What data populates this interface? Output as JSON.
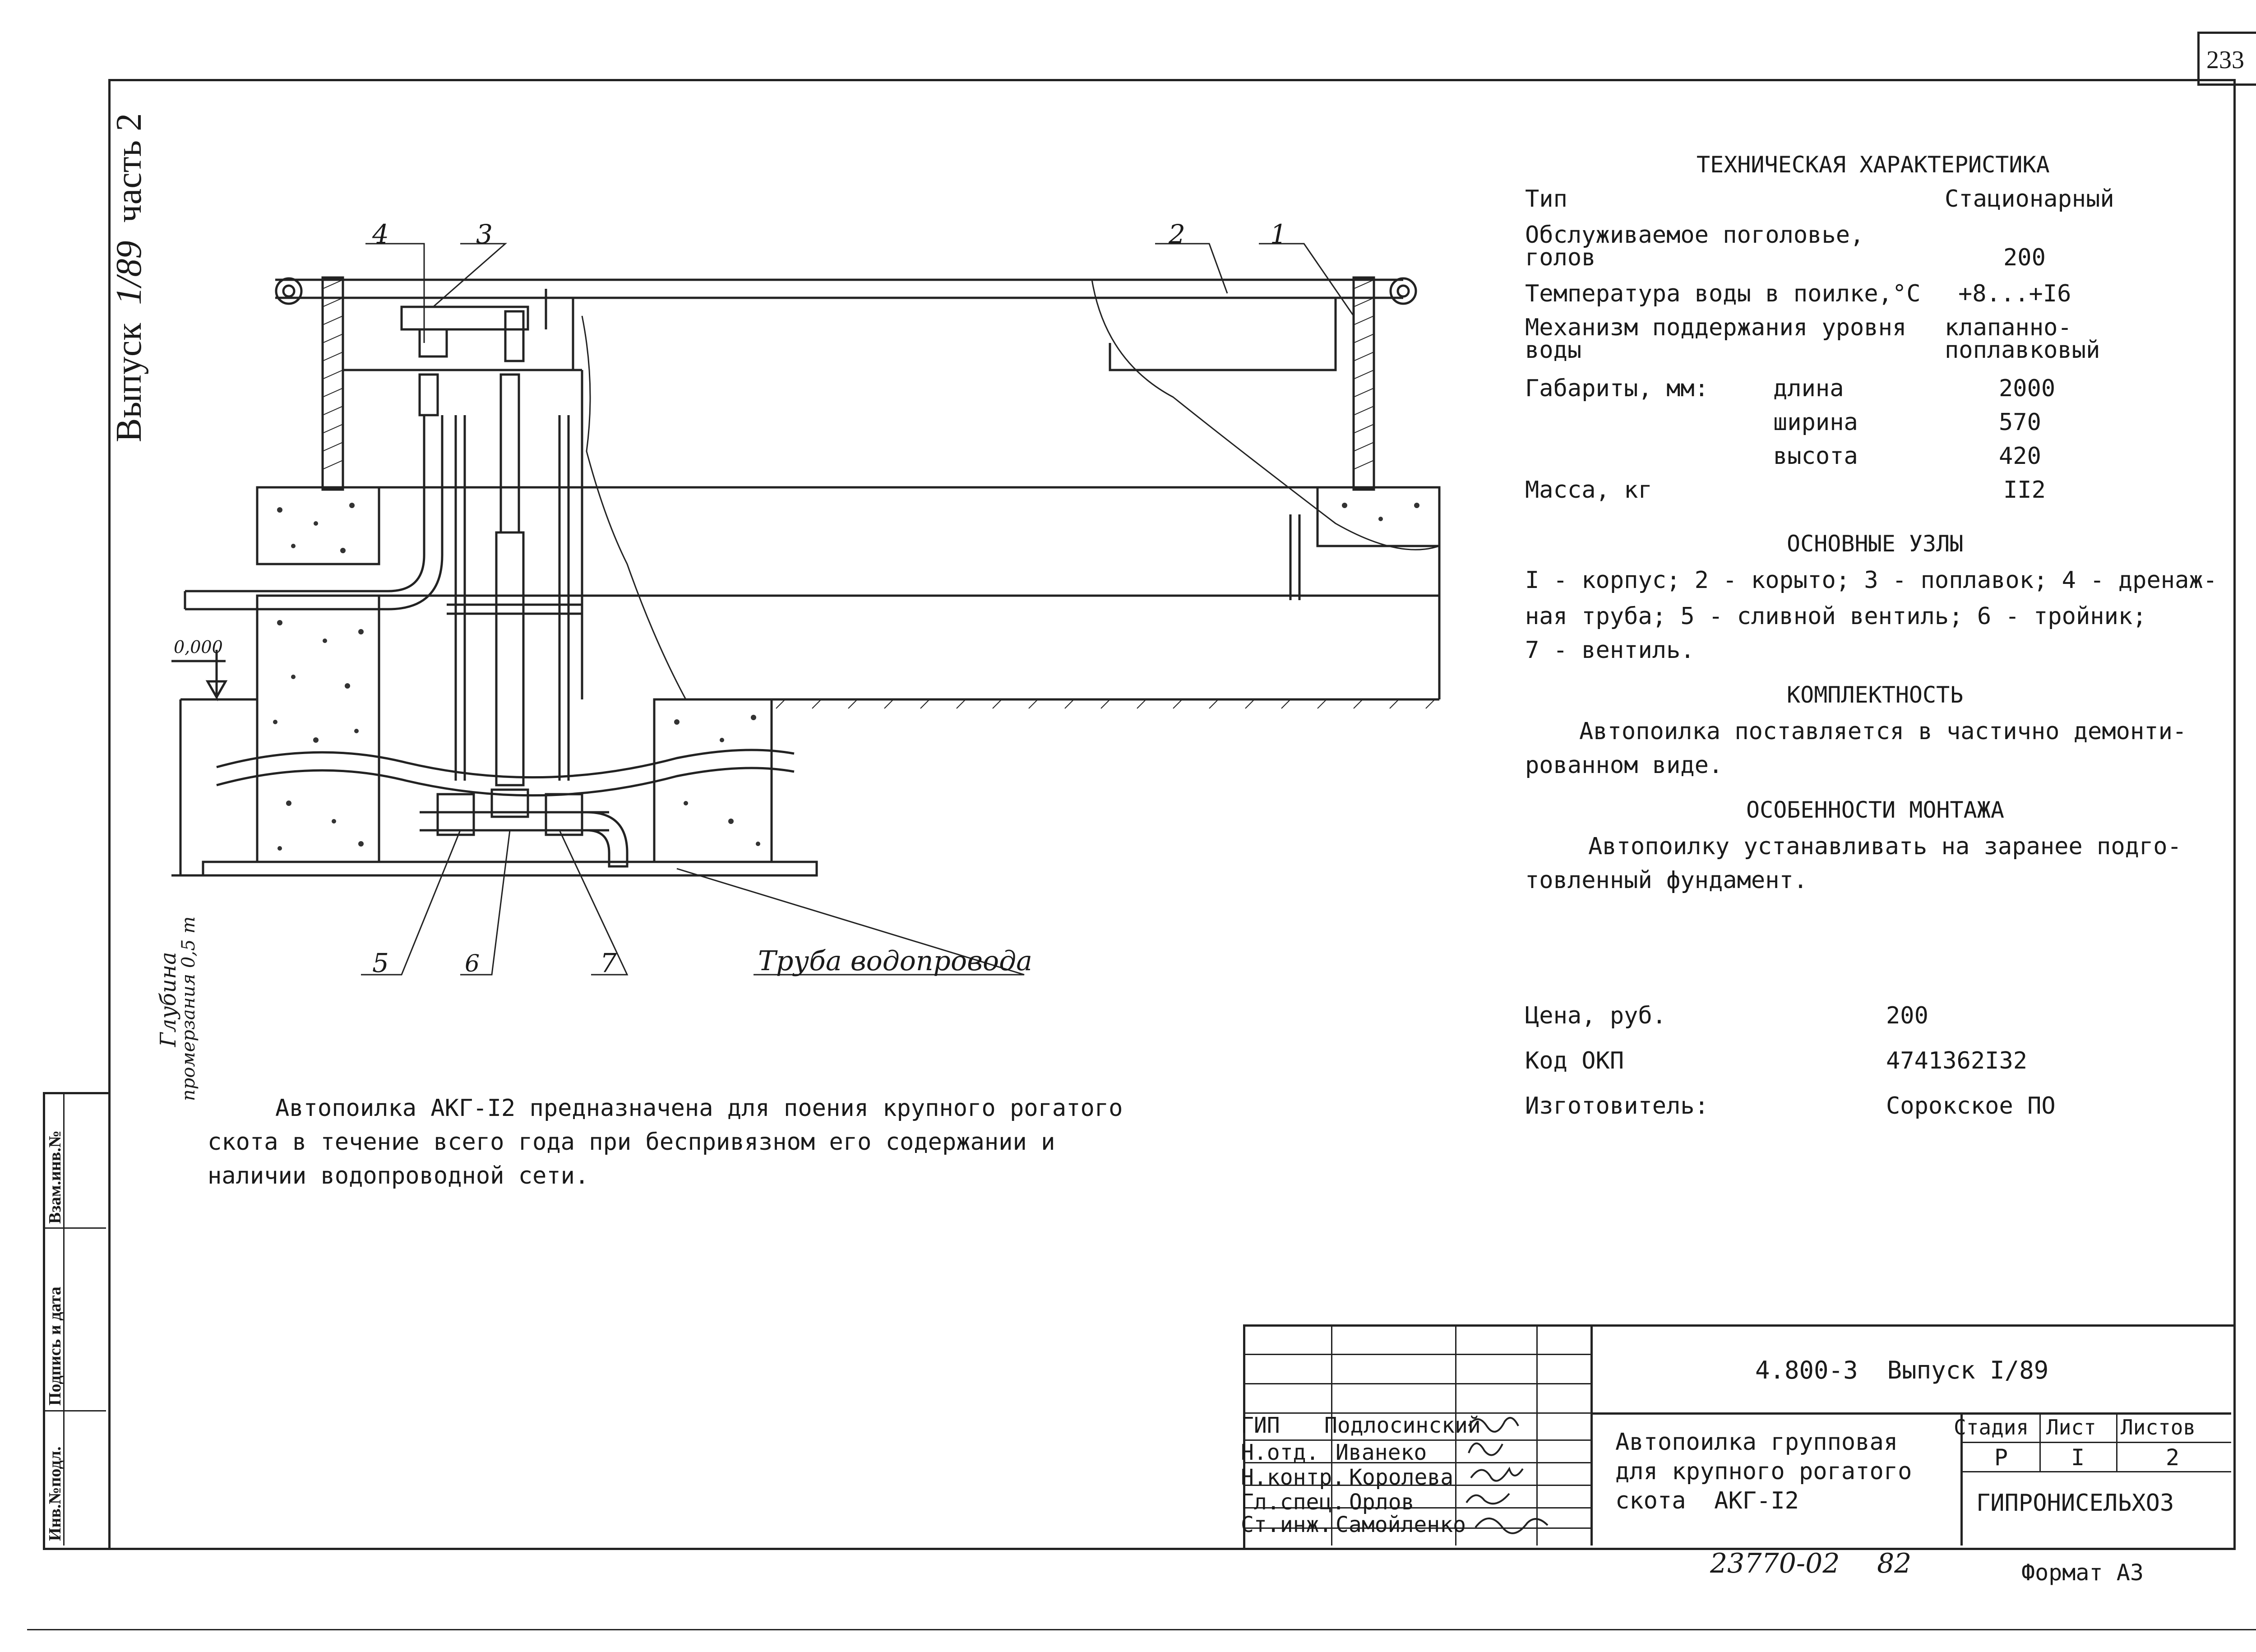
{
  "sheet_number": "233",
  "margin_label": {
    "issue": "Выпуск",
    "issue_num": "1/89",
    "part": "часть 2"
  },
  "side_stamp": {
    "inv_orig": "Инв.№подл.",
    "sign_date": "Подпись и дата",
    "replace_inv": "Взам.инв.№"
  },
  "tech": {
    "title": "ТЕХНИЧЕСКАЯ ХАРАКТЕРИСТИКА",
    "rows": [
      {
        "label": "Тип",
        "value": "Стационарный"
      },
      {
        "label": "Обслуживаемое поголовье,",
        "label2": "голов",
        "value": "200"
      },
      {
        "label": "Температура воды в поилке,°С",
        "value": "+8...+I6"
      },
      {
        "label": "Механизм поддержания уровня",
        "label2": "воды",
        "value": "клапанно-",
        "value2": "поплавковый"
      }
    ],
    "dims_label": "Габариты, мм:",
    "dims": [
      {
        "name": "длина",
        "value": "2000"
      },
      {
        "name": "ширина",
        "value": "570"
      },
      {
        "name": "высота",
        "value": "420"
      }
    ],
    "mass_label": "Масса, кг",
    "mass_value": "II2"
  },
  "nodes": {
    "title": "ОСНОВНЫЕ УЗЛЫ",
    "line1": "I - корпус; 2 - корыто; 3 - поплавок; 4 - дренаж-",
    "line2": "ная труба; 5 - сливной вентиль; 6 - тройник;",
    "line3": "7 - вентиль."
  },
  "kit": {
    "title": "КОМПЛЕКТНОСТЬ",
    "line1": "Автопоилка поставляется в частично демонти-",
    "line2": "рованном виде."
  },
  "mount": {
    "title": "ОСОБЕННОСТИ МОНТАЖА",
    "line1": "Автопоилку устанавливать на заранее подго-",
    "line2": "товленный фундамент."
  },
  "price": {
    "price_label": "Цена, руб.",
    "price_value": "200",
    "okp_label": "Код ОКП",
    "okp_value": "4741362I32",
    "maker_label": "Изготовитель:",
    "maker_value": "Сорокское ПО"
  },
  "description": {
    "line1": "Автопоилка АКГ-I2 предназначена для поения крупного рогатого",
    "line2": "скота в течение всего года при беспривязном его содержании и",
    "line3": "наличии водопроводной сети."
  },
  "drawing": {
    "level_mark": "0,000",
    "depth_label1": "Глубина",
    "depth_label2": "промерзания 0,5 т",
    "pipe_label": "Труба водопровода",
    "callouts": [
      "1",
      "2",
      "3",
      "4",
      "5",
      "6",
      "7"
    ]
  },
  "title_block": {
    "designation": "4.800-3  Выпуск I/89",
    "roles": [
      {
        "role": "ГИП",
        "name": "Подлосинский"
      },
      {
        "role": "Н.отд.",
        "name": "Иванеко"
      },
      {
        "role": "Н.контр.",
        "name": "Королева"
      },
      {
        "role": "Гл.спец.",
        "name": "Орлов"
      },
      {
        "role": "Ст.инж.",
        "name": "Самойленко"
      }
    ],
    "product_name": [
      "Автопоилка групповая",
      "для крупного рогатого",
      "скота  АКГ-I2"
    ],
    "stage_header": "Стадия",
    "sheet_header": "Лист",
    "sheets_header": "Листов",
    "stage": "Р",
    "sheet": "I",
    "sheets": "2",
    "organization": "ГИПРОНИСЕЛЬХОЗ",
    "archive_no": "23770-02",
    "archive_page": "82",
    "format": "Формат А3"
  }
}
